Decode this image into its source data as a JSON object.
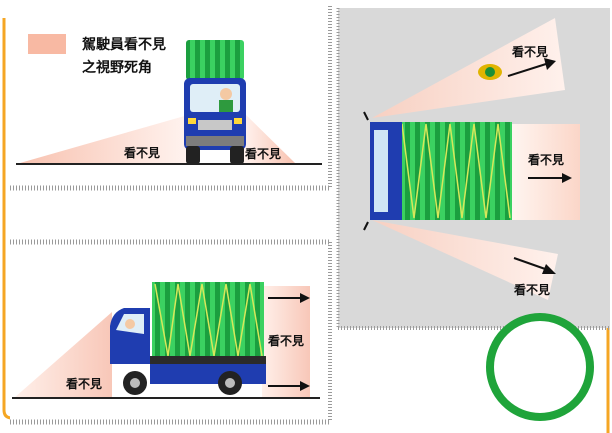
{
  "legend": {
    "line1": "駕駛員看不見",
    "line2": "之視野死角"
  },
  "panels": {
    "front_view": {
      "blind_left_label": "看不見",
      "blind_right_label": "看不見"
    },
    "side_view": {
      "blind_rear_label": "看不見",
      "blind_side_label": "看不見"
    },
    "top_view": {
      "blind_top_label": "看不見",
      "blind_rear_label": "看不見",
      "blind_bottom_label": "看不見"
    }
  },
  "colors": {
    "frame_orange": "#f5a623",
    "blind_zone": "#f7c6b4",
    "legend_box": "#f8b9a3",
    "truck_blue": "#1f3db0",
    "cargo_green": "#19a33a",
    "circle_green": "#1fa43a",
    "top_panel_bg": "#d9d9d9"
  }
}
